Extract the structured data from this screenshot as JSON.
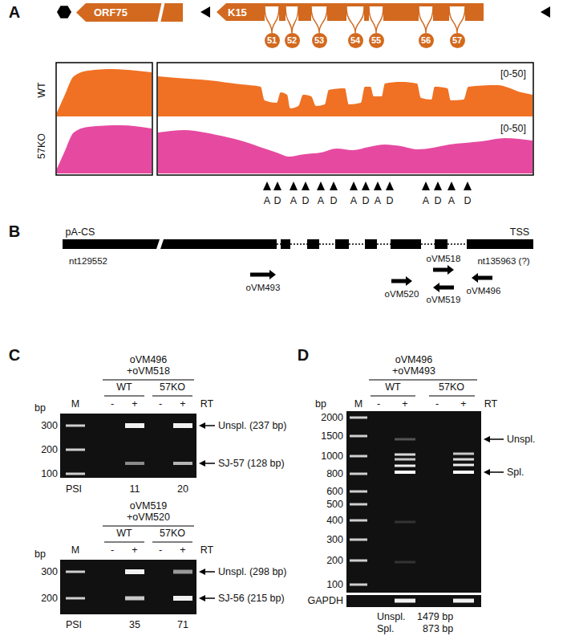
{
  "diagram": {
    "nodes": [
      {
        "text": [
          "ORF75"
        ]
      },
      {
        "text": [
          "K15"
        ]
      },
      {
        "text": [
          "51"
        ]
      },
      {
        "text": [
          "52"
        ]
      },
      {
        "text": [
          "53"
        ]
      },
      {
        "text": [
          "54"
        ]
      },
      {
        "text": [
          "55"
        ]
      },
      {
        "text": [
          "56"
        ]
      },
      {
        "text": [
          "57"
        ]
      }
    ],
    "labels": [
      "A",
      "WT",
      "57KO",
      "[0-50]",
      "[0-50]",
      "A",
      "D",
      "A",
      "D",
      "A",
      "D",
      "A",
      "D",
      "A",
      "D",
      "A",
      "D",
      "A",
      "D",
      "B",
      "pA-CS",
      "TSS",
      "nt129552",
      "nt135963 (?)",
      "oVM493",
      "oVM518",
      "oVM520",
      "oVM519",
      "oVM496",
      "C",
      "oVM496 +oVM518",
      "WT",
      "57KO",
      "-",
      "+",
      "-",
      "+",
      "RT",
      "bp",
      "M",
      "300",
      "200",
      "100",
      "Unspl. (237 bp)",
      "SJ-57 (128 bp)",
      "PSI",
      "11",
      "20",
      "oVM519 +oVM520",
      "WT",
      "57KO",
      "-",
      "+",
      "-",
      "+",
      "RT",
      "bp",
      "M",
      "300",
      "200",
      "Unspl. (298 bp)",
      "SJ-56 (215 bp)",
      "PSI",
      "35",
      "71",
      "D",
      "oVM496 +oVM493",
      "WT",
      "57KO",
      "-",
      "+",
      "-",
      "+",
      "RT",
      "bp",
      "M",
      "2000",
      "1500",
      "1000",
      "800",
      "600",
      "500",
      "400",
      "300",
      "200",
      "100",
      "Unspl.",
      "Spl.",
      "GAPDH",
      "Unspl.",
      "1479 bp",
      "Spl.",
      "873 bp"
    ]
  }
}
